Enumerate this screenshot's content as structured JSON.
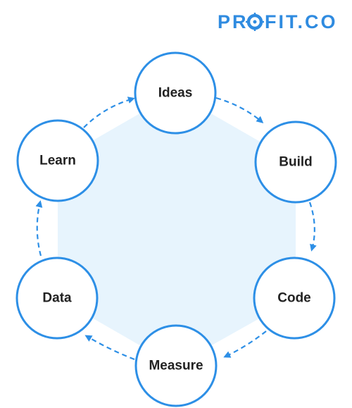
{
  "logo": {
    "part1": "PR",
    "part2": "FIT.CO",
    "color": "#2f8be0",
    "symbol": "target-crosshair-o"
  },
  "cycle": {
    "fill_color": "#e7f4fd",
    "stroke_color": "#2d8fe6",
    "arrow_style": "dashed",
    "direction": "clockwise",
    "nodes": [
      {
        "id": "ideas",
        "label": "Ideas"
      },
      {
        "id": "build",
        "label": "Build"
      },
      {
        "id": "code",
        "label": "Code"
      },
      {
        "id": "measure",
        "label": "Measure"
      },
      {
        "id": "data",
        "label": "Data"
      },
      {
        "id": "learn",
        "label": "Learn"
      }
    ]
  }
}
